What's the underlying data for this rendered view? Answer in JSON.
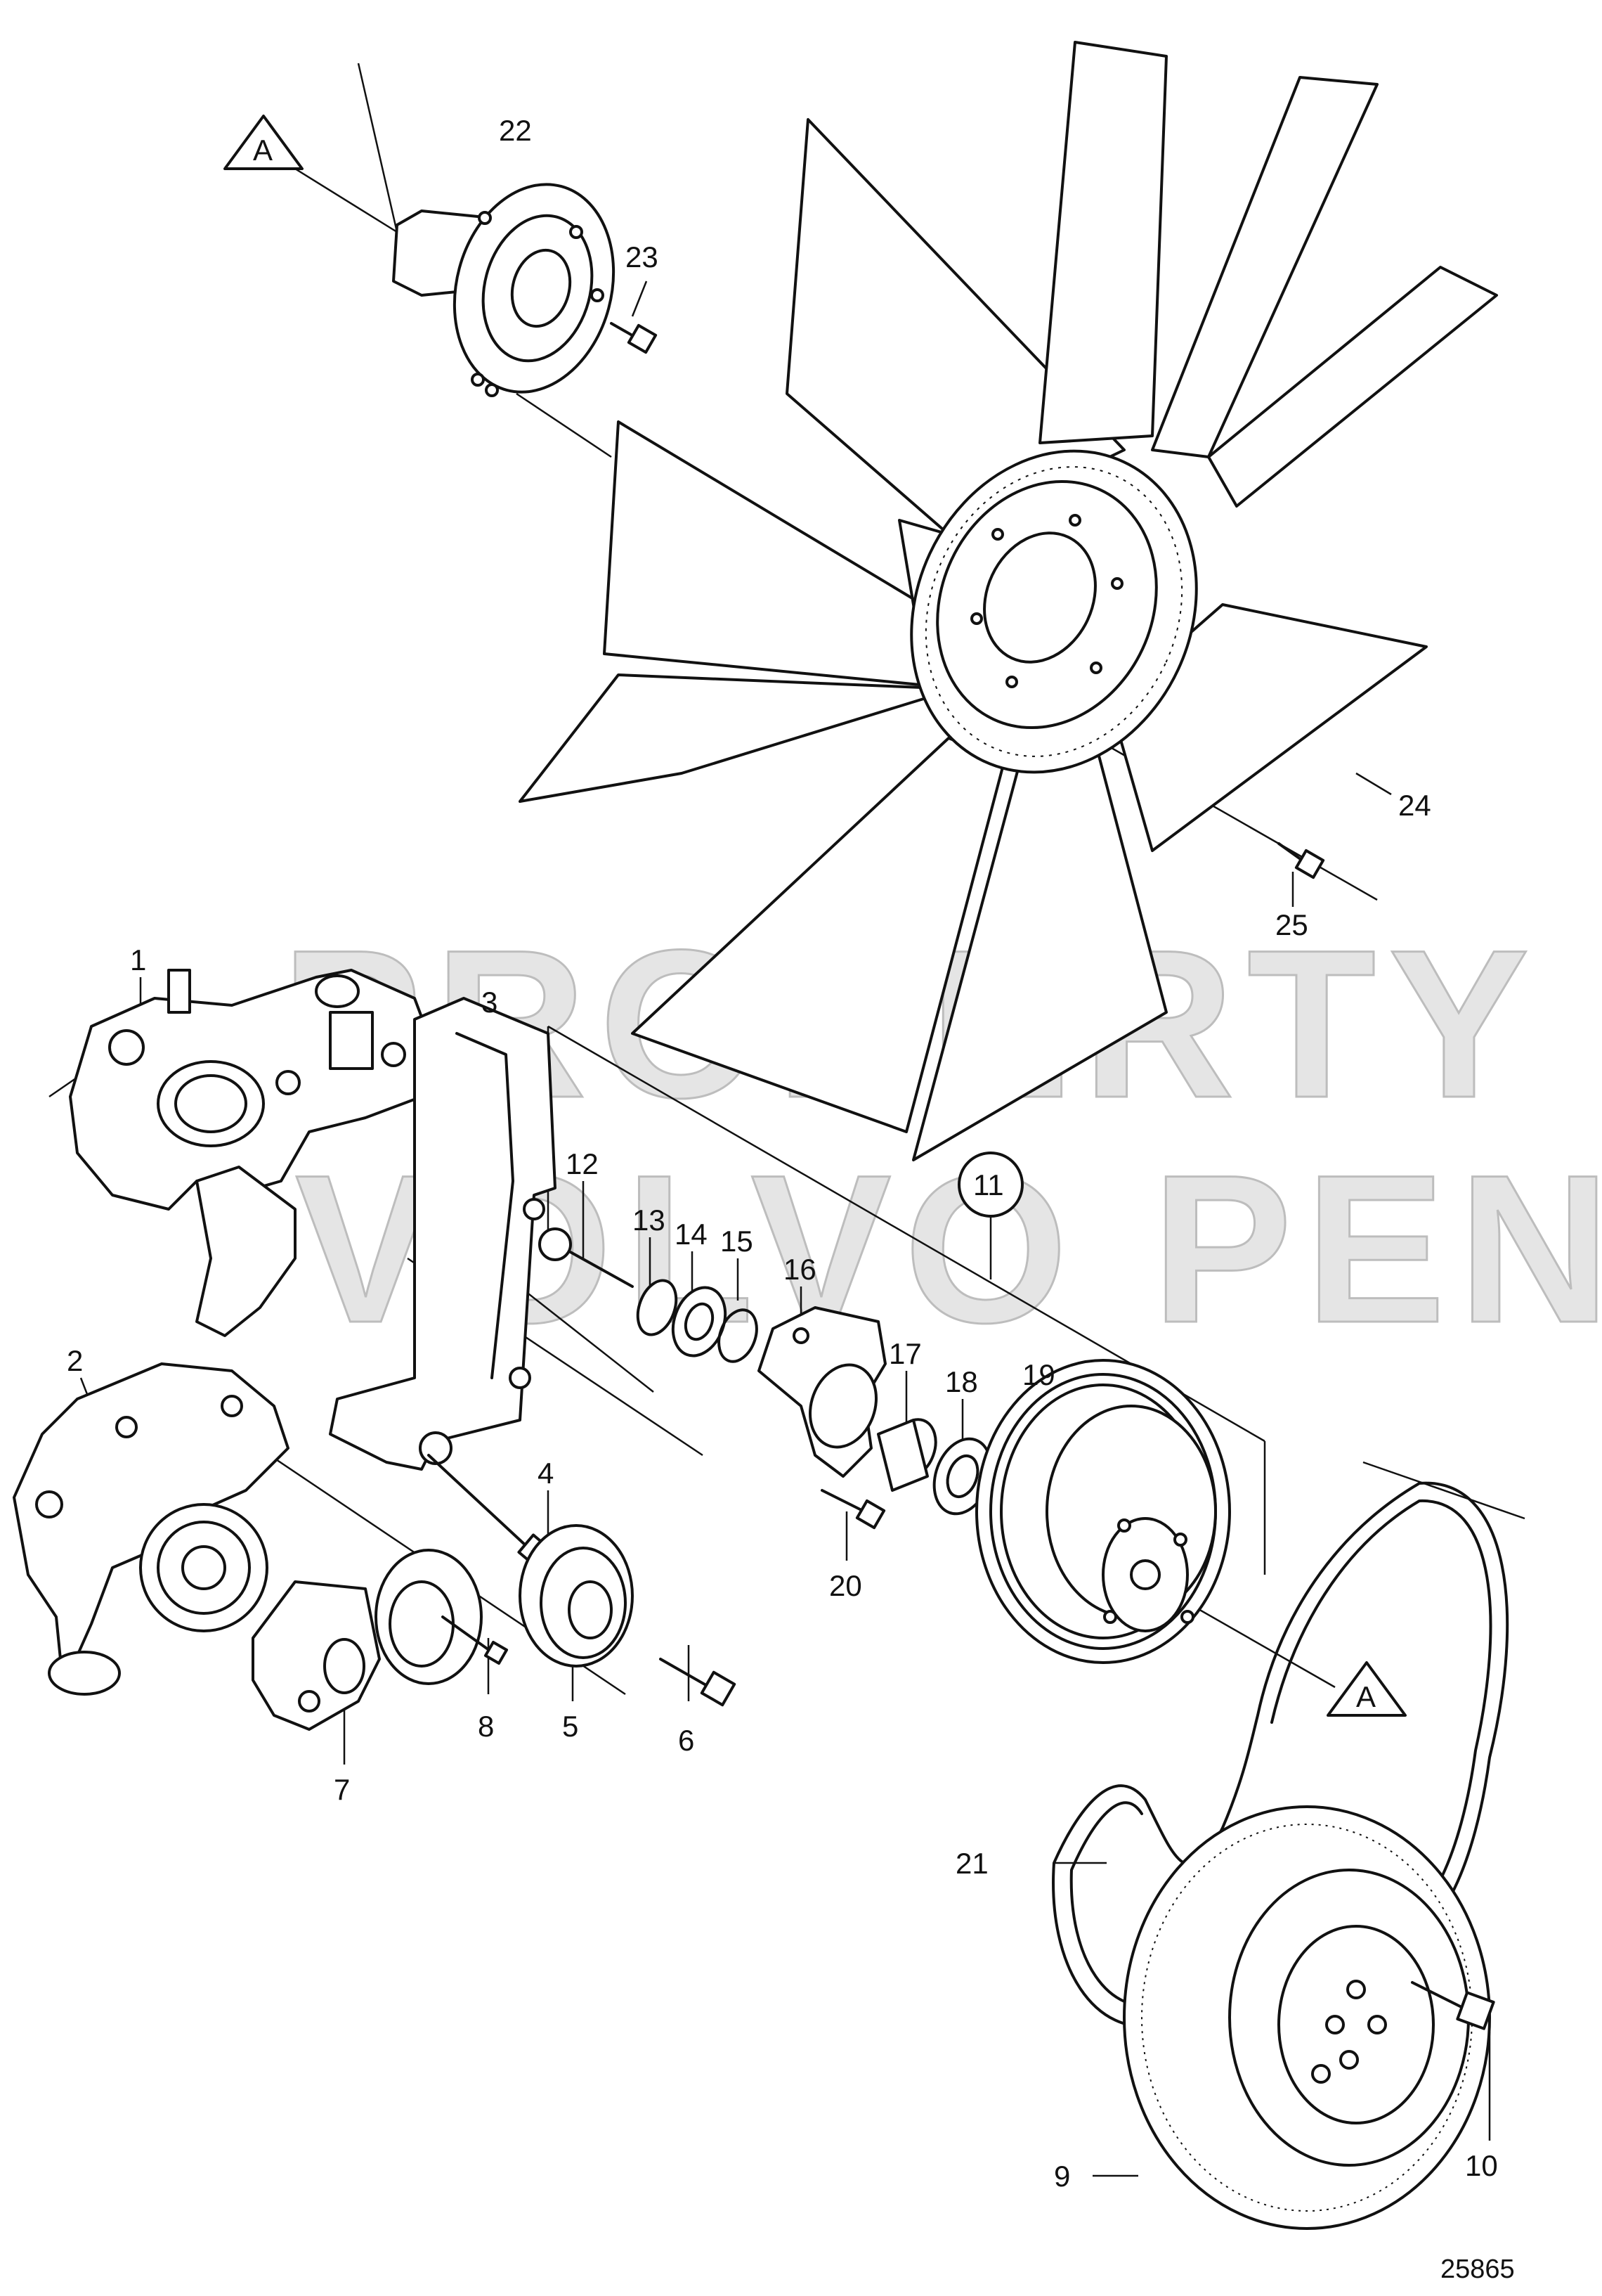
{
  "diagram": {
    "watermark": [
      "PROPERTY OF",
      "VOLVO PENTA"
    ],
    "drawing_number": "25865",
    "reference_marker": "A",
    "part_labels": [
      "1",
      "2",
      "3",
      "4",
      "5",
      "6",
      "7",
      "8",
      "9",
      "10",
      "11",
      "12",
      "13",
      "14",
      "15",
      "16",
      "17",
      "18",
      "19",
      "20",
      "21",
      "22",
      "23",
      "24",
      "25"
    ]
  }
}
